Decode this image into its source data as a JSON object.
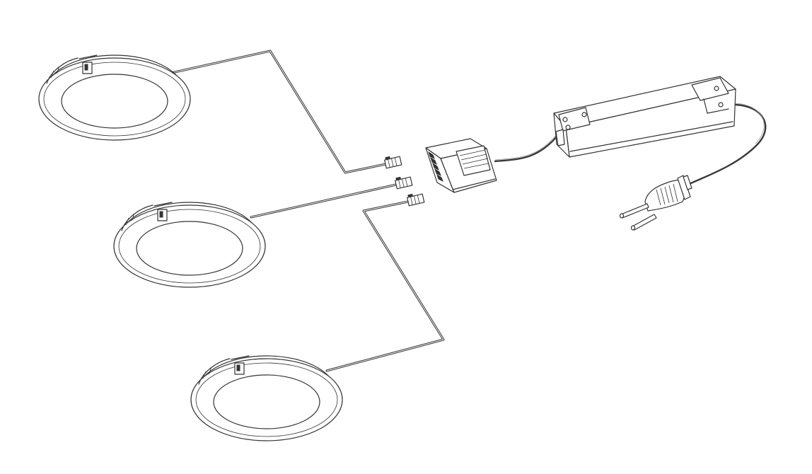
{
  "diagram": {
    "kind": "product-line-drawing",
    "spots": [
      {
        "id": "spot-1"
      },
      {
        "id": "spot-2"
      },
      {
        "id": "spot-3"
      }
    ],
    "components": [
      "led-spotlight",
      "mini-connector",
      "distributor-block",
      "led-driver",
      "mains-plug"
    ],
    "colors": {
      "line": "#333333",
      "background": "#ffffff"
    }
  }
}
